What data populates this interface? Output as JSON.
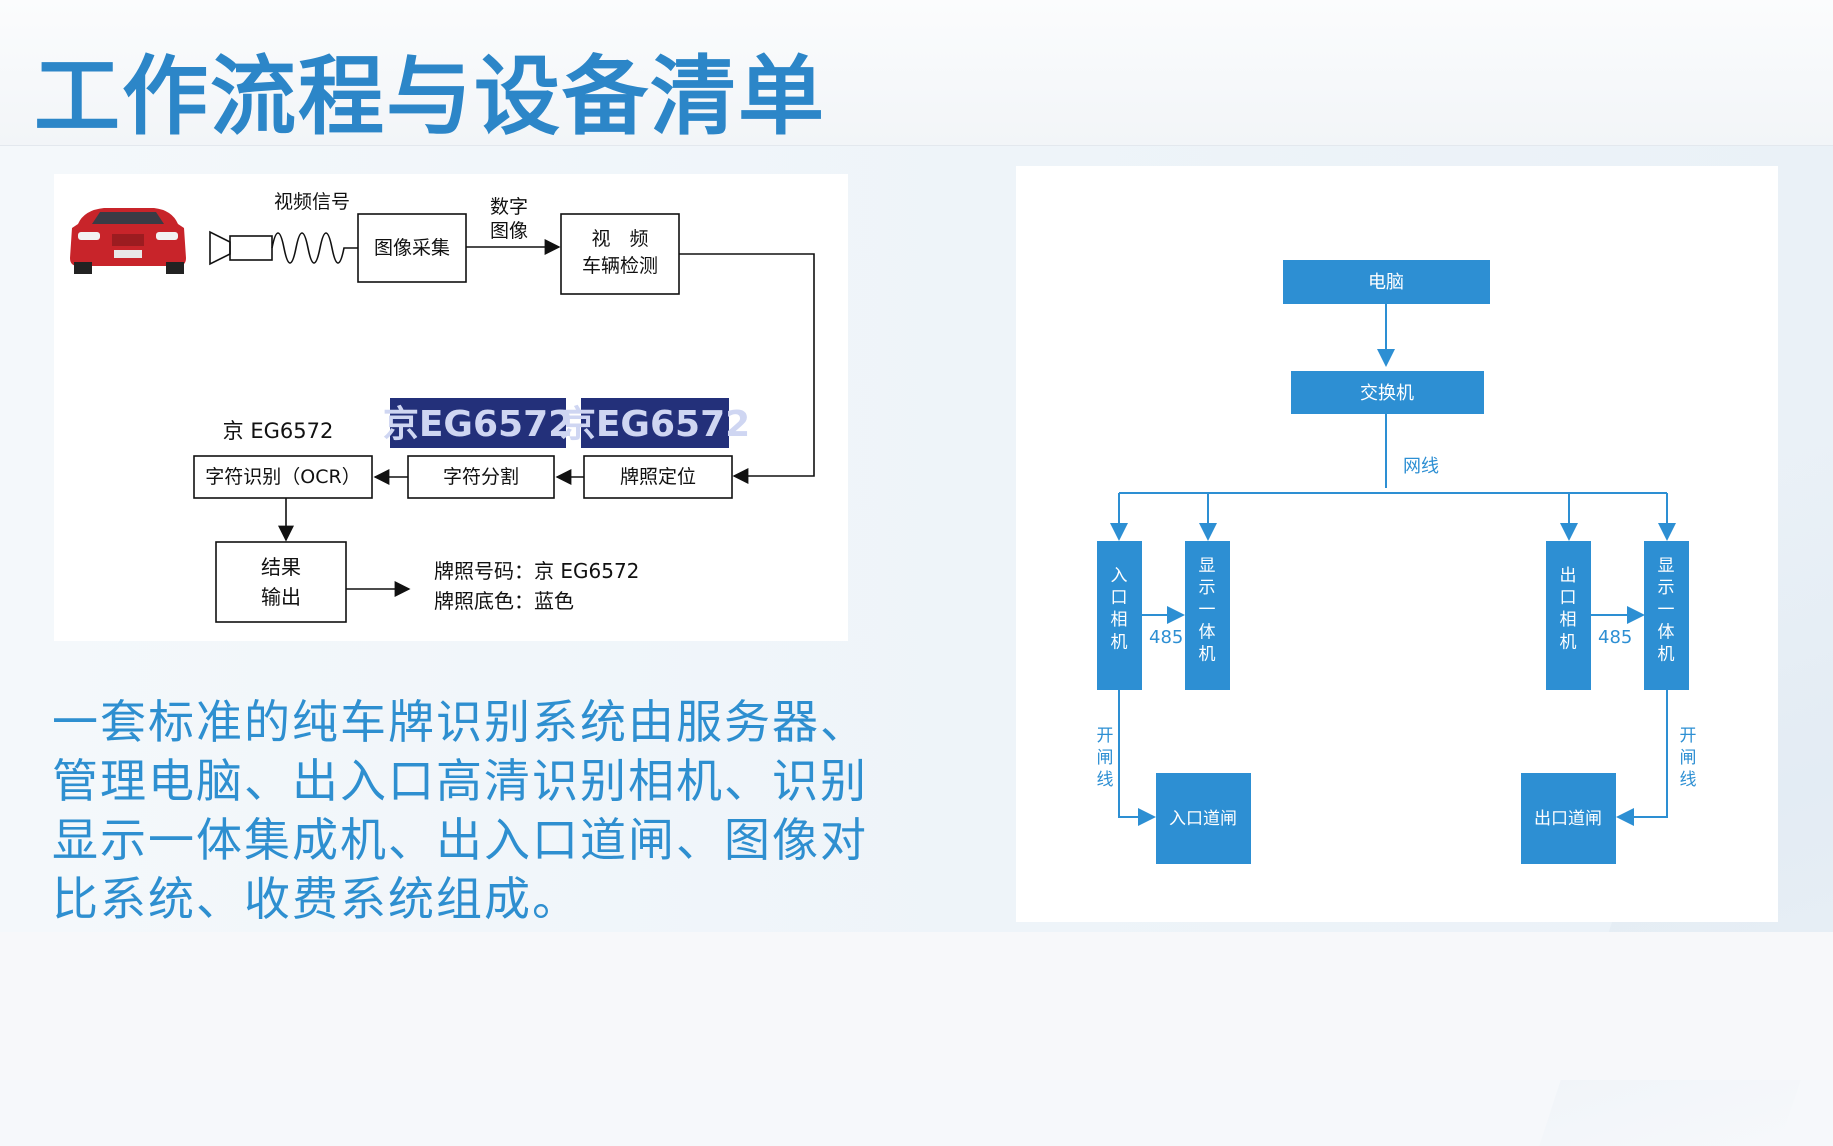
{
  "page": {
    "title": "工作流程与设备清单"
  },
  "left_diagram": {
    "video_signal": "视频信号",
    "digital_image": [
      "数字",
      "图像"
    ],
    "image_capture": "图像采集",
    "vehicle_detect": [
      "视　频",
      "车辆检测"
    ],
    "plate_locate": "牌照定位",
    "char_segment": "字符分割",
    "ocr": "字符识别（OCR）",
    "ocr_result": "京 EG6572",
    "plate_image_1": "京EG6572",
    "plate_image_2": "京EG6572",
    "result_output": [
      "结果",
      "输出"
    ],
    "output_plate": "牌照号码：京 EG6572",
    "output_color": "牌照底色：蓝色"
  },
  "description": "一套标准的纯车牌识别系统由服务器、管理电脑、出入口高清识别相机、识别显示一体集成机、出入口道闸、图像对比系统、收费系统组成。",
  "right_diagram": {
    "computer": "电脑",
    "switch": "交换机",
    "network_cable": "网线",
    "entry_camera": "入口相机",
    "entry_display": "显示一体机",
    "exit_camera": "出口相机",
    "exit_display": "显示一体机",
    "link_485_left": "485",
    "link_485_right": "485",
    "gate_wire_left": "开闸线",
    "gate_wire_right": "开闸线",
    "entry_gate": "入口道闸",
    "exit_gate": "出口道闸"
  },
  "colors": {
    "title": "#2c86c8",
    "box_blue": "#2d8fd3",
    "text_blue": "#2e8fd0"
  }
}
